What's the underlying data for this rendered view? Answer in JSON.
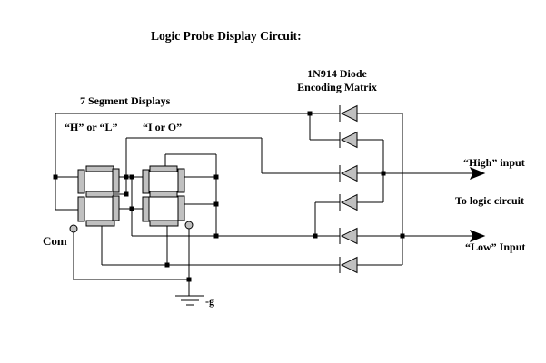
{
  "title": "Logic Probe Display Circuit:",
  "labels": {
    "diode_matrix": [
      "1N914 Diode",
      "Encoding Matrix"
    ],
    "seven_segment": "7 Segment Displays",
    "left_display": "“H” or “L”",
    "right_display": "“I or O”",
    "high_input": "“High” input",
    "to_logic_circuit": "To logic circuit",
    "low_input": "“Low” Input",
    "common": "Com",
    "ground": "-g"
  },
  "colors": {
    "wire": "#000000",
    "segment_fill": "#c0c0c0",
    "background": "#ffffff"
  },
  "components": {
    "diodes": {
      "count": 6,
      "part": "1N914"
    },
    "displays": {
      "count": 2,
      "type": "7-segment"
    }
  }
}
